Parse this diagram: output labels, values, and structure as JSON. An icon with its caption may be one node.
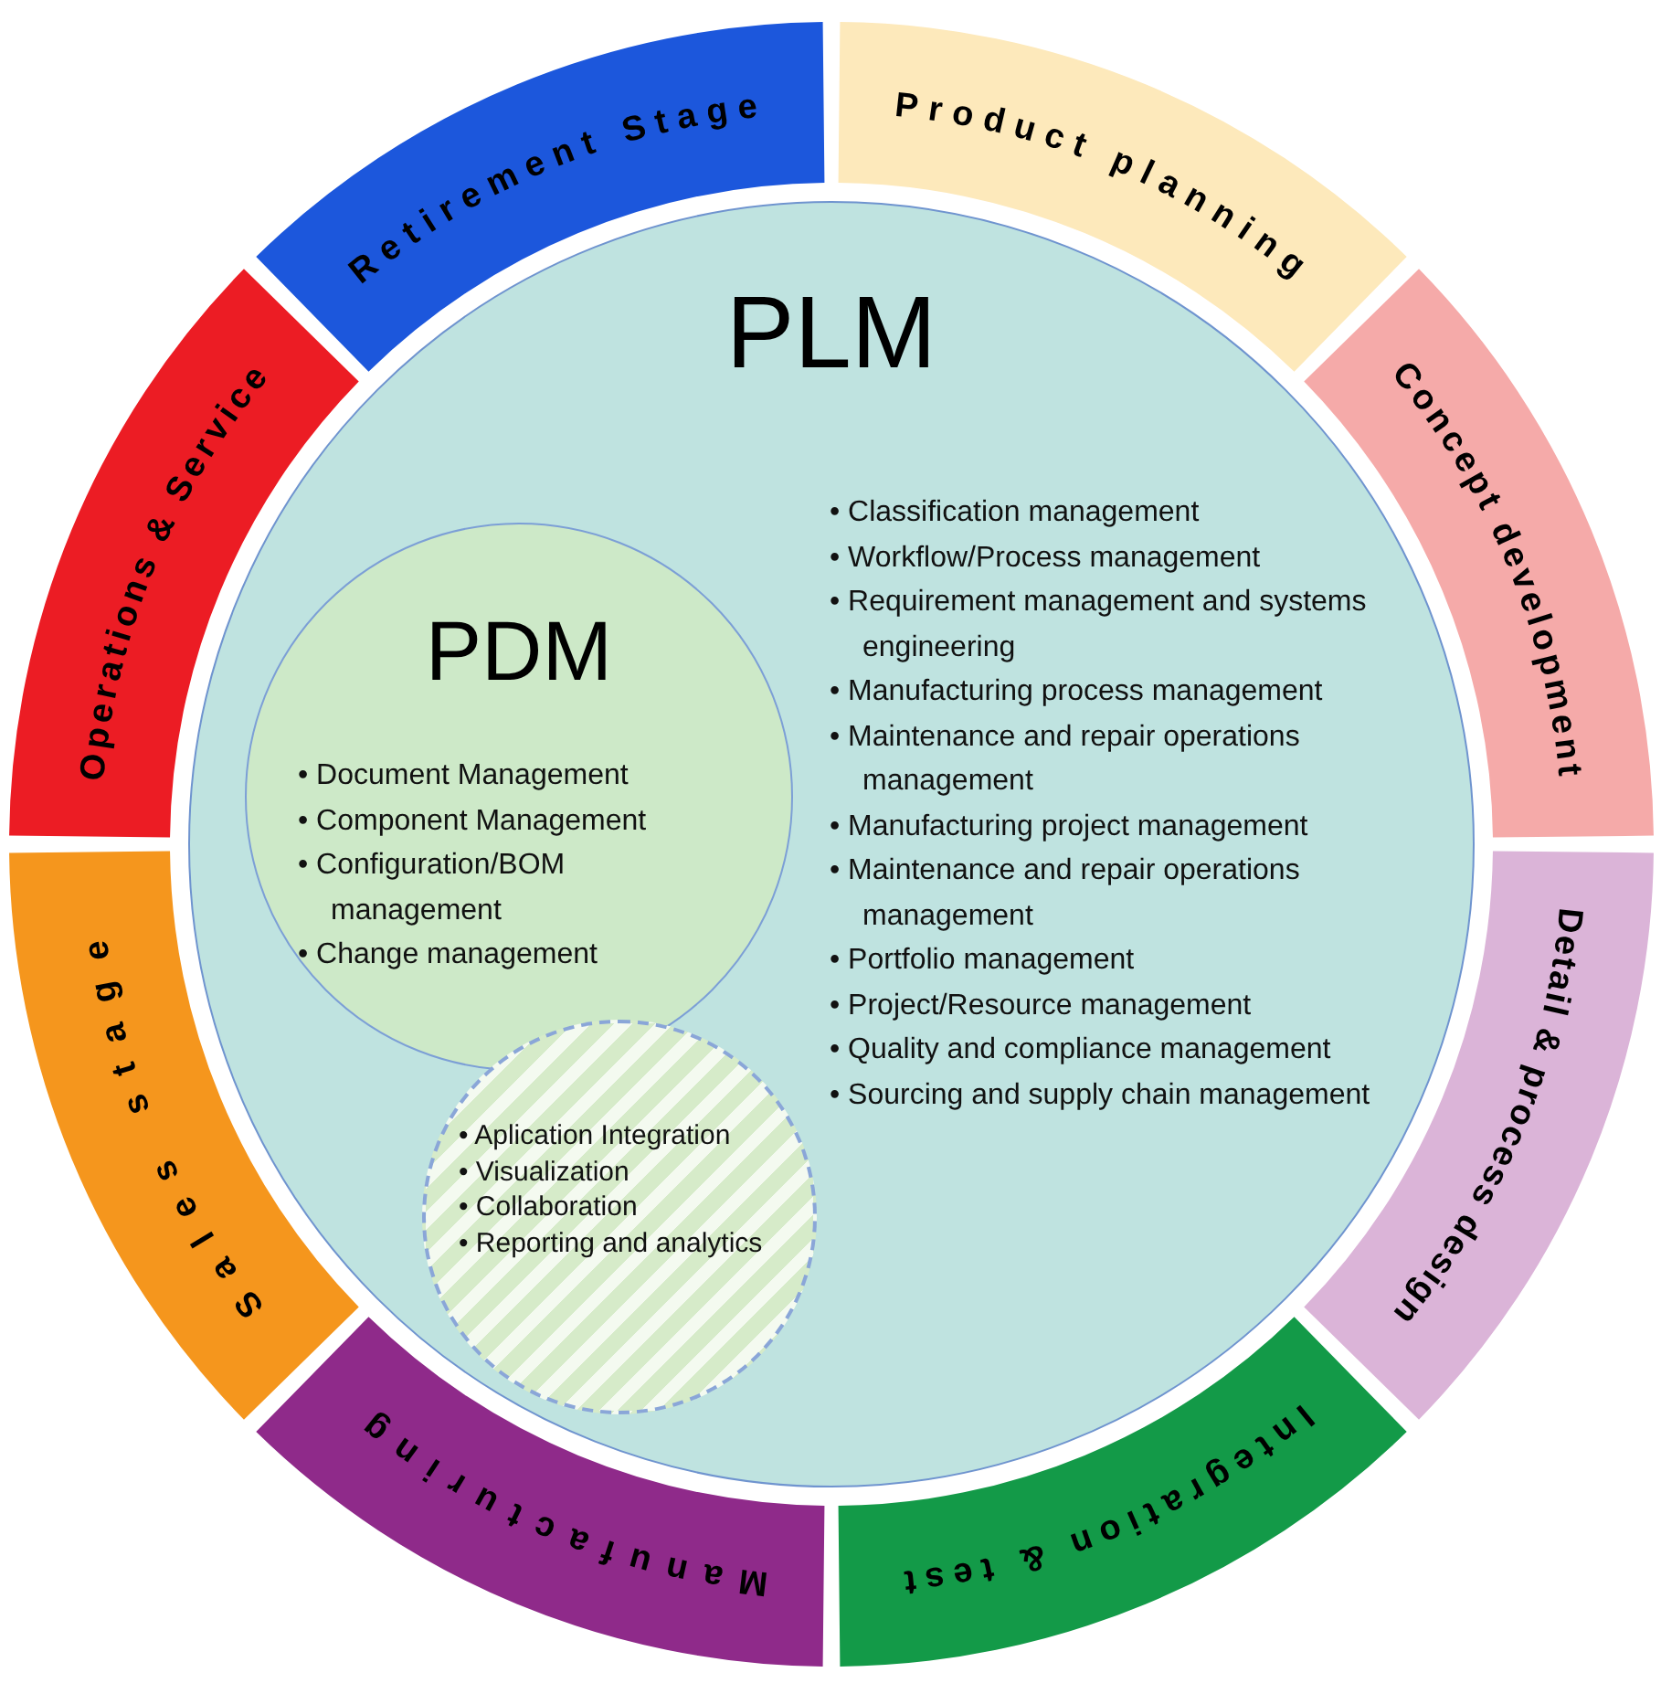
{
  "diagram": {
    "nodes": [
      {
        "text": [
          "Product planning"
        ]
      },
      {
        "text": [
          "Concept development"
        ]
      },
      {
        "text": [
          "Detail & process design"
        ]
      },
      {
        "text": [
          "Integration & test"
        ]
      },
      {
        "text": [
          "Manufacturing"
        ]
      },
      {
        "text": [
          "Sales stage"
        ]
      },
      {
        "text": [
          "Operations & Service"
        ]
      },
      {
        "text": [
          "Retirement Stage"
        ]
      },
      {
        "text": [
          "PLM",
          "• Classification management",
          "• Workflow/Process management",
          "• Requirement management and systems engineering",
          "• Manufacturing process management",
          "• Maintenance and repair operations management",
          "• Manufacturing project management",
          "• Maintenance and repair operations management",
          "• Portfolio management",
          "• Project/Resource management",
          "• Quality and compliance management",
          "• Sourcing and supply chain management"
        ]
      },
      {
        "text": [
          "PDM",
          "• Document Management",
          "• Component Management",
          "• Configuration/BOM management",
          "• Change management"
        ],
        "in": 8
      },
      {
        "text": [
          "• Aplication Integration",
          "• Visualization",
          "• Collaboration",
          "• Reporting and analytics"
        ],
        "in": 8
      }
    ],
    "edges": []
  }
}
